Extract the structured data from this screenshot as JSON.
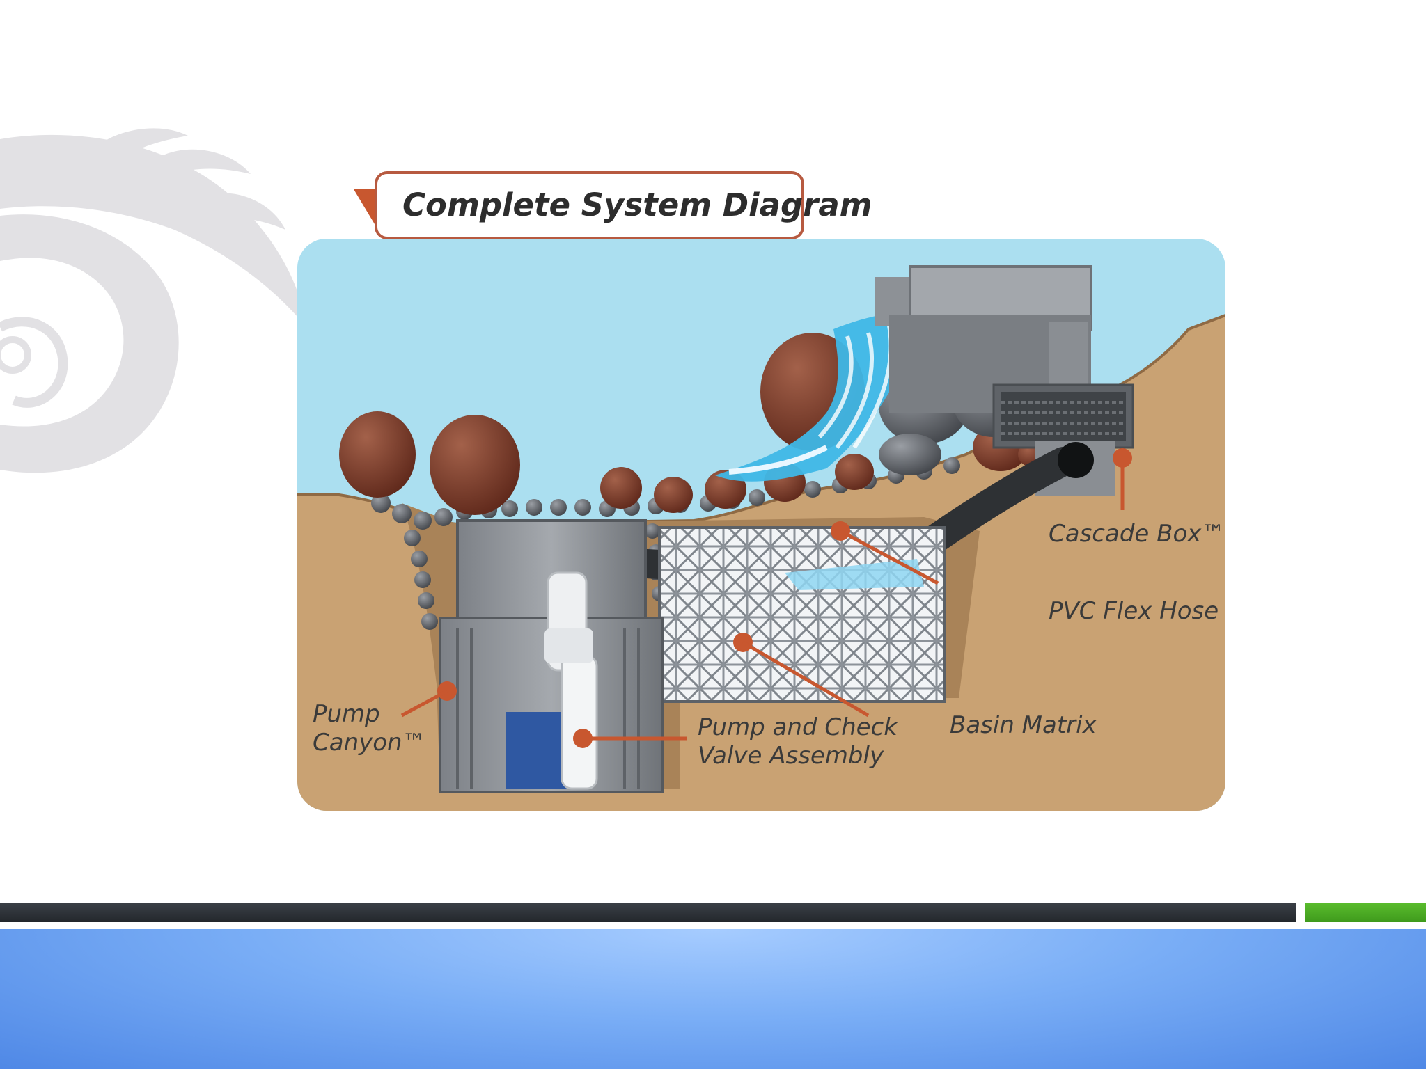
{
  "slide": {
    "title": "Complete System Diagram",
    "labels": {
      "cascade_box": "Cascade Box™",
      "pvc_flex_hose": "PVC Flex Hose",
      "basin_matrix": "Basin Matrix",
      "pump_and_check_line1": "Pump and Check",
      "pump_and_check_line2": "Valve Assembly",
      "pump_canyon_line1": "Pump",
      "pump_canyon_line2": "Canyon™"
    }
  },
  "colors": {
    "accent": "#b75a40",
    "callout": "#c8572f",
    "sky": "#abdff0",
    "soil": "#c9a273",
    "footer_dark": "#2a2e33",
    "footer_green": "#4caf22",
    "footer_blue": "#7aaef6"
  },
  "icons": [
    "decorative-swirl",
    "title-pointer-triangle"
  ]
}
